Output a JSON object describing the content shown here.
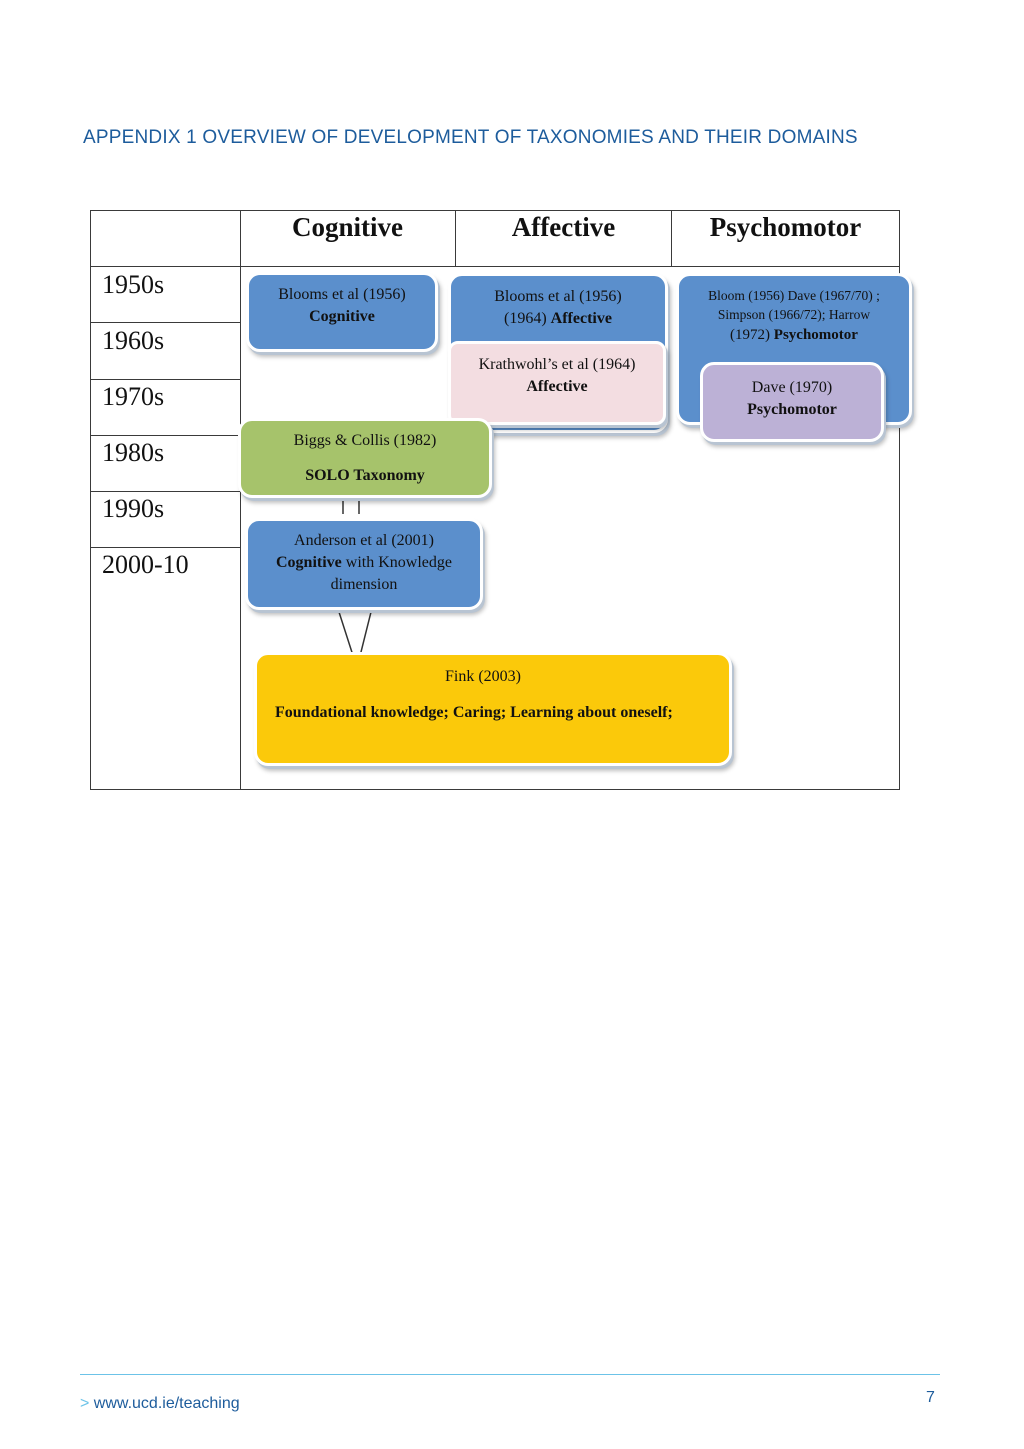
{
  "heading": "APPENDIX 1 OVERVIEW OF DEVELOPMENT OF TAXONOMIES AND THEIR DOMAINS",
  "columns": [
    "Cognitive",
    "Affective",
    "Psychomotor"
  ],
  "decades": [
    "1950s",
    "1960s",
    "1970s",
    "1980s",
    "1990s",
    "2000-10"
  ],
  "boxes": {
    "blooms_cognitive": {
      "line1": "Blooms et al (1956)",
      "line2": "Cognitive"
    },
    "blooms_affective": {
      "line1": "Blooms et al (1956)",
      "line2_pre": "(1964) ",
      "line2_bold": "Affective"
    },
    "krathwohl": {
      "line1": "Krathwohl’s et al (1964)",
      "line2": "Affective"
    },
    "psychomotor_group": {
      "line1": "Bloom (1956) Dave (1967/70) ;",
      "line2": "Simpson (1966/72); Harrow",
      "line3_pre": "(1972) ",
      "line3_bold": "Psychomotor"
    },
    "dave": {
      "line1": "Dave (1970)",
      "line2": "Psychomotor"
    },
    "biggs": {
      "line1": "Biggs & Collis (1982)",
      "line2": "SOLO Taxonomy"
    },
    "anderson": {
      "line1": "Anderson et al (2001)",
      "line2_bold": "Cognitive",
      "line2_rest": " with Knowledge",
      "line3": "dimension"
    },
    "fink": {
      "title": "Fink (2003)",
      "body": "Foundational knowledge;   Caring; Learning about oneself;"
    }
  },
  "footer": {
    "arrow": ">",
    "url": "www.ucd.ie/teaching",
    "page": "7"
  },
  "colors": {
    "heading": "#1d5c9c",
    "blue": "#5b8fcc",
    "pink": "#f3dde1",
    "purple": "#bcb1d6",
    "green": "#a6c36b",
    "yellow": "#fbc90a",
    "footer_rule": "#6cc3e8"
  }
}
